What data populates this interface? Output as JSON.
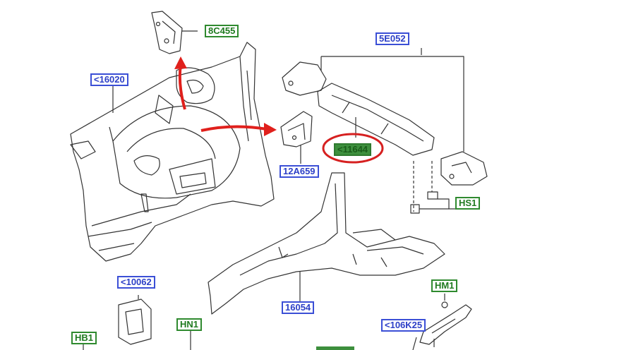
{
  "labels": {
    "c8455": "8C455",
    "c16020": "<16020",
    "c5e052": "5E052",
    "c11644": "<11644",
    "c12a659": "12A659",
    "chs1": "HS1",
    "c10062": "<10062",
    "chm1": "HM1",
    "c16054": "16054",
    "chn1": "HN1",
    "chb1": "HB1",
    "c106k25": "<106K25"
  },
  "colors": {
    "blue_label": "#3b4fd6",
    "green_label": "#2f8a2f",
    "highlight_fill": "#3d8f3d",
    "arrow_red": "#e0201c",
    "line_art": "#333333"
  }
}
